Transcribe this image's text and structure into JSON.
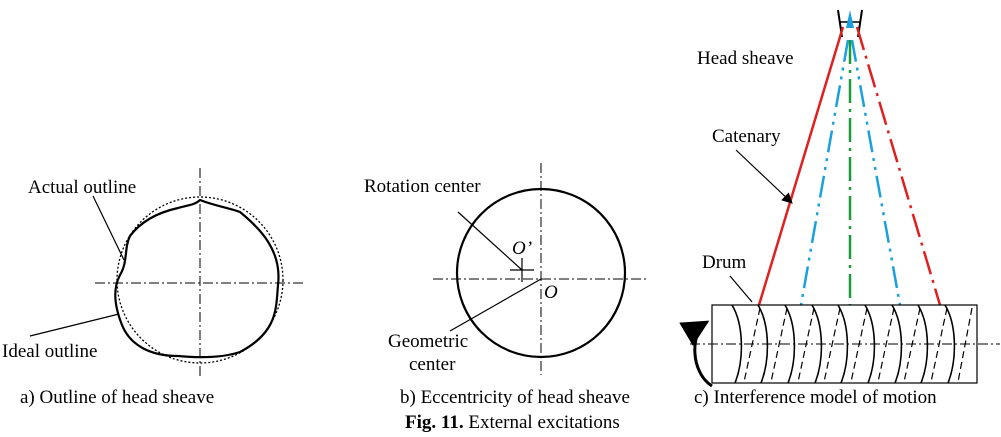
{
  "panels": {
    "a": {
      "caption": "a) Outline of head sheave",
      "labels": {
        "actual": "Actual outline",
        "ideal": "Ideal outline"
      }
    },
    "b": {
      "caption": "b) Eccentricity of head sheave",
      "labels": {
        "rotation": "Rotation center",
        "o_prime": "O’",
        "o": "O",
        "geometric_1": "Geometric",
        "geometric_2": "center"
      }
    },
    "c": {
      "caption": "c) Interference model of motion",
      "labels": {
        "head_sheave": "Head sheave",
        "catenary": "Catenary",
        "drum": "Drum"
      },
      "colors": {
        "catenary": "#e02020",
        "blue": "#1aa0dc",
        "green": "#1a9a3a"
      }
    }
  },
  "figure_caption": {
    "number": "Fig. 11.",
    "text": " External excitations"
  }
}
